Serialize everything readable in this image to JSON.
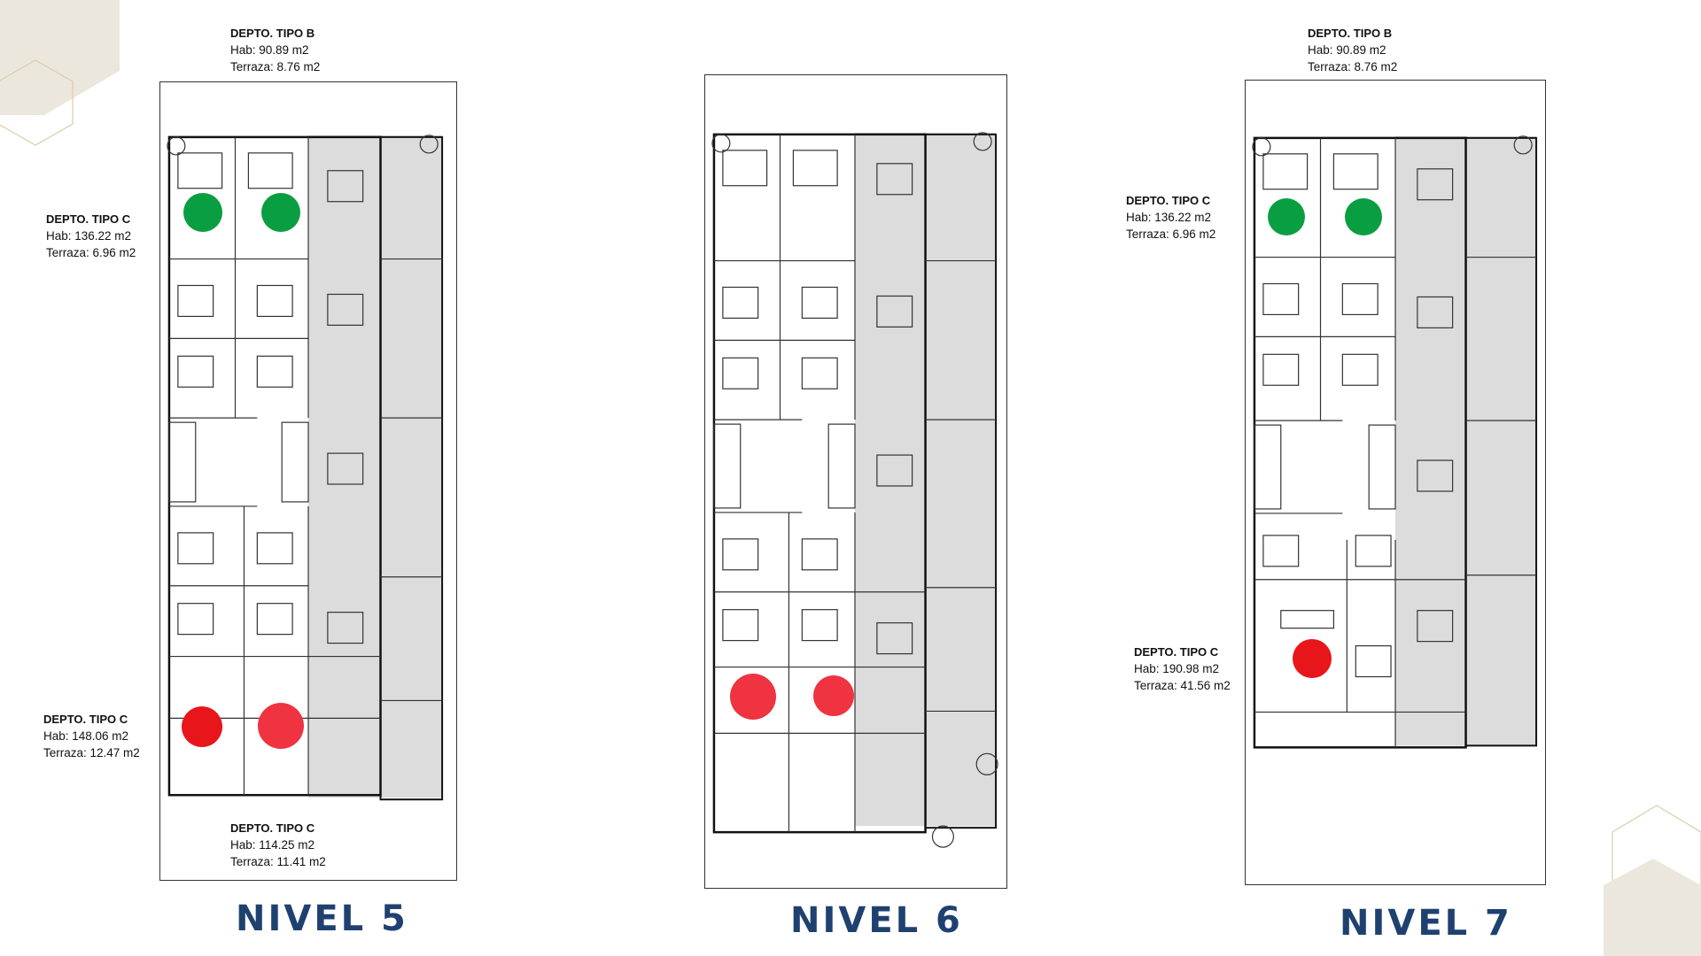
{
  "levels": [
    {
      "title": "NIVEL 5",
      "labels": {
        "top_b": {
          "type": "DEPTO.  TIPO B",
          "hab": "Hab: 90.89 m2",
          "terraza": "Terraza: 8.76 m2"
        },
        "left_c": {
          "type": "DEPTO.  TIPO C",
          "hab": "Hab: 136.22 m2",
          "terraza": "Terraza: 6.96 m2"
        },
        "bottom_left_c": {
          "type": "DEPTO.  TIPO C",
          "hab": "Hab: 148.06 m2",
          "terraza": "Terraza: 12.47 m2"
        },
        "bottom_c": {
          "type": "DEPTO.  TIPO C",
          "hab": "Hab: 114.25 m2",
          "terraza": "Terraza: 11.41 m2"
        }
      }
    },
    {
      "title": "NIVEL 6"
    },
    {
      "title": "NIVEL 7",
      "labels": {
        "top_b": {
          "type": "DEPTO.  TIPO B",
          "hab": "Hab: 90.89 m2",
          "terraza": "Terraza: 8.76 m2"
        },
        "left_c": {
          "type": "DEPTO.  TIPO C",
          "hab": "Hab: 136.22 m2",
          "terraza": "Terraza: 6.96 m2"
        },
        "lower_c": {
          "type": "DEPTO.  TIPO C",
          "hab": "Hab: 190.98 m2",
          "terraza": "Terraza: 41.56 m2"
        }
      }
    }
  ],
  "colors": {
    "available": "#0a9e43",
    "sold": "#e8151b",
    "sold_light": "#ef3340",
    "title": "#1f4170",
    "shade": "#dcdcdc",
    "decor": "#ece7dd"
  }
}
